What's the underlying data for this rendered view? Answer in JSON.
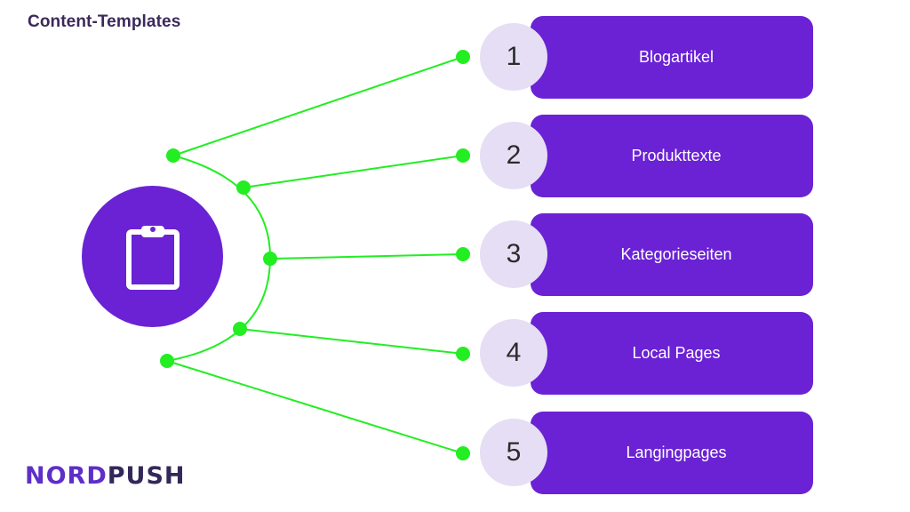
{
  "slide": {
    "title": "Content-Templates"
  },
  "hub": {
    "icon": "clipboard-icon"
  },
  "items": [
    {
      "number": "1",
      "label": "Blogartikel"
    },
    {
      "number": "2",
      "label": "Produkttexte"
    },
    {
      "number": "3",
      "label": "Kategorieseiten"
    },
    {
      "number": "4",
      "label": "Local Pages"
    },
    {
      "number": "5",
      "label": "Langingpages"
    }
  ],
  "logo": {
    "part1": "NORD",
    "part2": "PUSH"
  },
  "colors": {
    "accent": "#6a22d4",
    "number_bg": "#e6def4",
    "connector": "#22ee22",
    "title": "#3b2a5a"
  }
}
